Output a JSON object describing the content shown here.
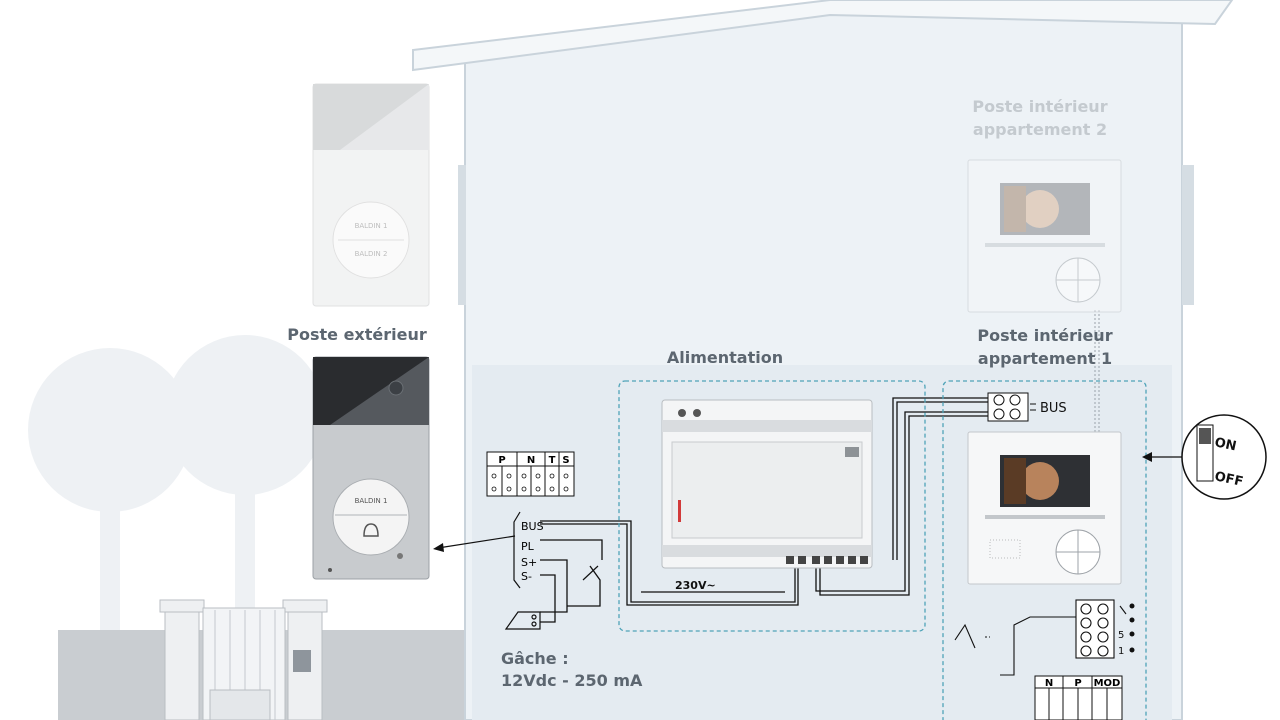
{
  "labels": {
    "outdoor_station": "Poste extérieur",
    "power_supply": "Alimentation",
    "indoor_station_1_line1": "Poste intérieur",
    "indoor_station_1_line2": "appartement 1",
    "indoor_station_2_line1": "Poste intérieur",
    "indoor_station_2_line2": "appartement 2",
    "strike_line1": "Gâche :",
    "strike_line2": "12Vdc - 250 mA",
    "bus_terminal": "BUS",
    "mains_voltage": "230V~",
    "switch_on": "ON",
    "switch_off": "OFF"
  },
  "terminal_strips": {
    "outdoor": [
      "P",
      "N",
      "T",
      "S"
    ],
    "indoor": [
      "N",
      "P",
      "MOD"
    ],
    "wiring_pins": [
      "BUS",
      "PL",
      "S+",
      "S-"
    ],
    "indoor_side_pins": [
      "5",
      "1"
    ]
  },
  "device_text": {
    "outdoor_button": "BALDIN 1",
    "upper_button_1": "BALDIN 1",
    "upper_button_2": "BALDIN 2"
  },
  "colors": {
    "house_fill": "#edf2f6",
    "house_outline": "#c9d3db",
    "background_trees": "#eef1f4",
    "dashed_box": "#4fa3b8",
    "wire": "#111111",
    "label_text": "#5c6670"
  }
}
